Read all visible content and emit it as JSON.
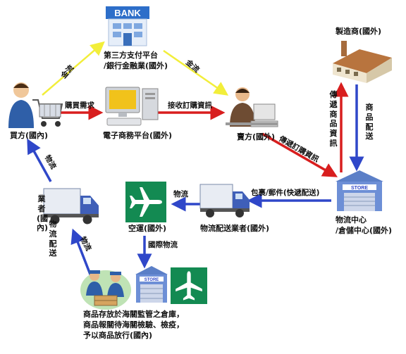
{
  "nodes": {
    "bank": {
      "sign": "BANK",
      "caption_line1": "第三方支付平台",
      "caption_line2": "/銀行金融業(國外)"
    },
    "buyer": {
      "caption": "買方(國內)"
    },
    "ecommerce": {
      "caption": "電子商務平台(國外)"
    },
    "seller": {
      "caption": "賣方(國外)"
    },
    "manufacturer": {
      "caption": "製造商(國外)"
    },
    "logistics_center": {
      "store_sign": "STORE",
      "caption_line1": "物流中心",
      "caption_line2": "/倉儲中心(國外)"
    },
    "foreign_carrier": {
      "caption": "物流配送業者(國外)"
    },
    "air_foreign": {
      "caption": "空運(國外)"
    },
    "customs_warehouse": {
      "store_sign": "STORE",
      "caption_line1": "商品存放於海關監管之倉庫，",
      "caption_line2": "商品報關待海關檢驗、檢疫，",
      "caption_line3": "予以商品放行(國內)"
    },
    "domestic_carrier": {
      "caption_vertical": "業者(國內)",
      "caption_vertical2": "物流配送"
    }
  },
  "flows": {
    "buyer_to_bank": "金流",
    "bank_to_seller": "金流",
    "buyer_to_ecommerce": "購買需求",
    "ecommerce_to_seller": "接收訂購資訊",
    "seller_to_logistics": "傳遞訂購資訊",
    "manufacturer_link": "傳遞商品資訊",
    "manufacturer_link2": "商品配送",
    "logistics_to_carrier": "包裹/郵件(快遞配送)",
    "carrier_to_air": "物流",
    "air_to_customs": "國際物流",
    "customs_to_domestic": "物流",
    "domestic_to_buyer": "物流"
  },
  "colors": {
    "money": "#f2ee3a",
    "info": "#d81e1e",
    "logistics": "#2f47c9",
    "air_bg": "#138a52"
  }
}
